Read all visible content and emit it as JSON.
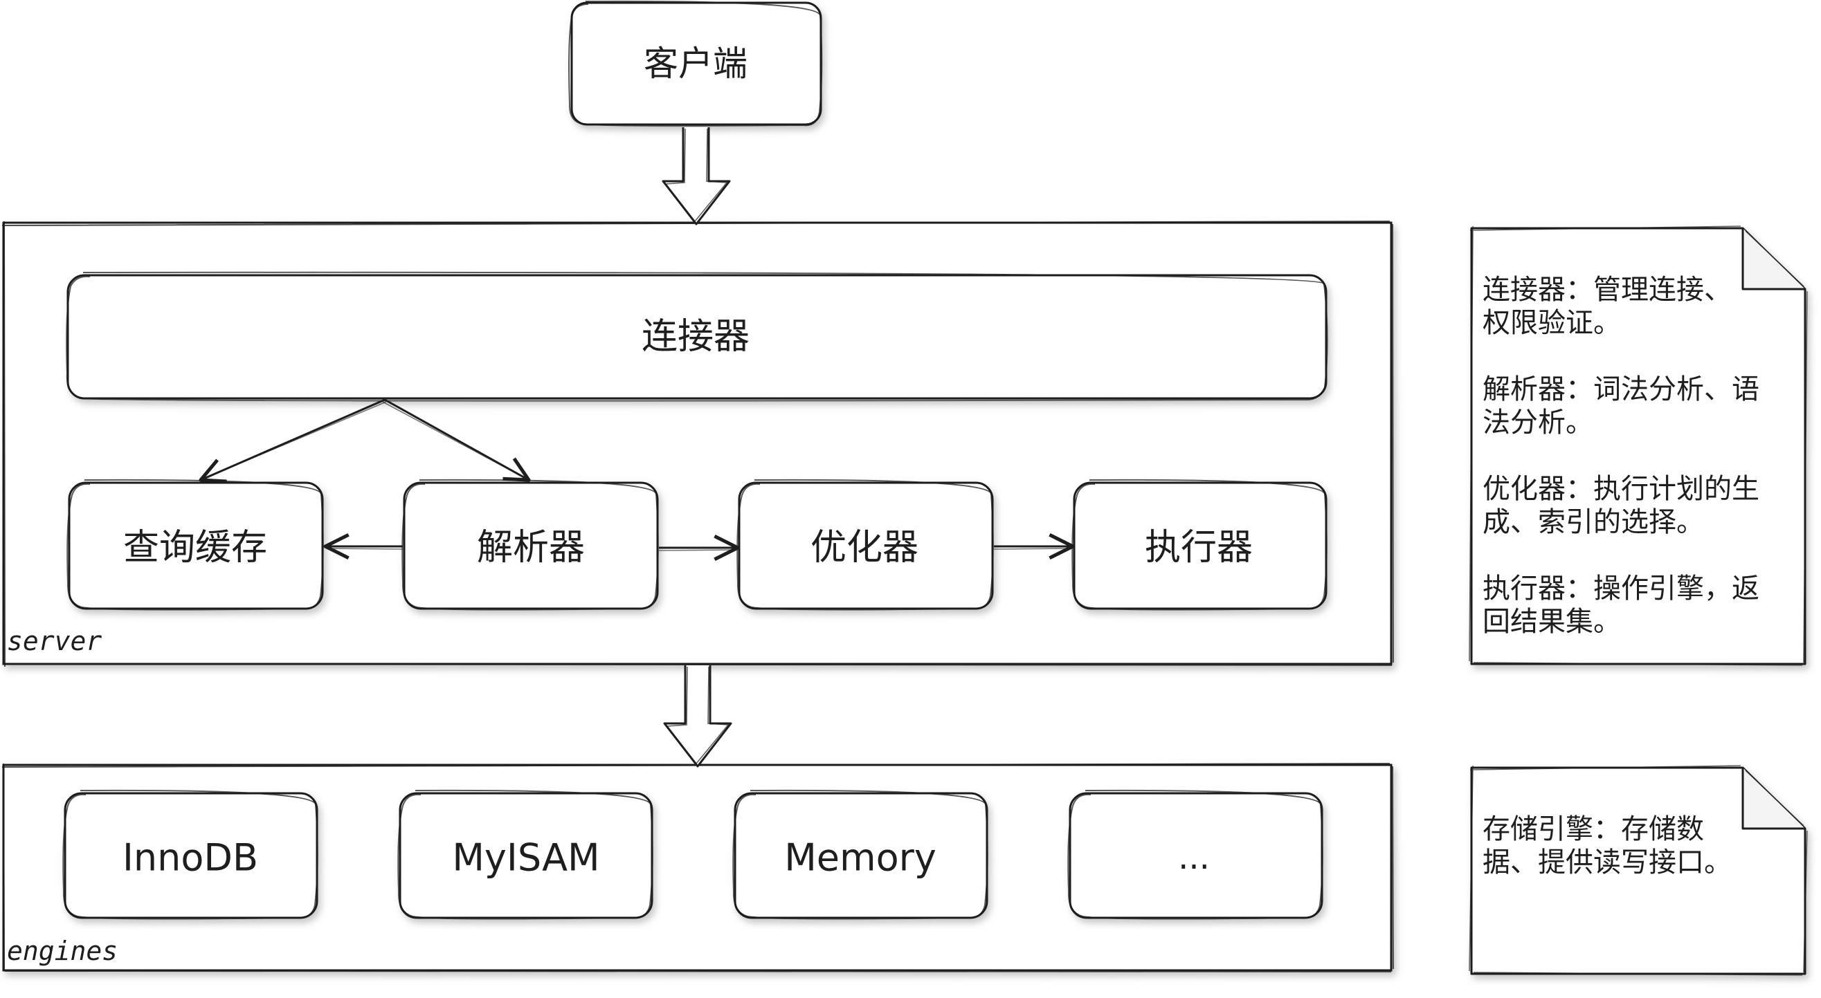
{
  "nodes": {
    "client": "客户端",
    "connector": "连接器",
    "query_cache": "查询缓存",
    "parser": "解析器",
    "optimizer": "优化器",
    "executor": "执行器",
    "innodb": "InnoDB",
    "myisam": "MyISAM",
    "memory": "Memory",
    "more_engines": "..."
  },
  "groups": {
    "server": "server",
    "engines": "engines"
  },
  "notes": {
    "server_note": [
      "连接器：管理连接、",
      "权限验证。",
      "",
      "解析器：词法分析、语",
      "法分析。",
      "",
      "优化器：执行计划的生",
      "成、索引的选择。",
      "",
      "执行器：操作引擎，返",
      "回结果集。"
    ],
    "engines_note": [
      "存储引擎：存储数",
      "据、提供读写接口。"
    ]
  },
  "style": {
    "stroke": "#1e1e1e",
    "fill": "#ffffff",
    "shadow": "#b8b8b8"
  }
}
